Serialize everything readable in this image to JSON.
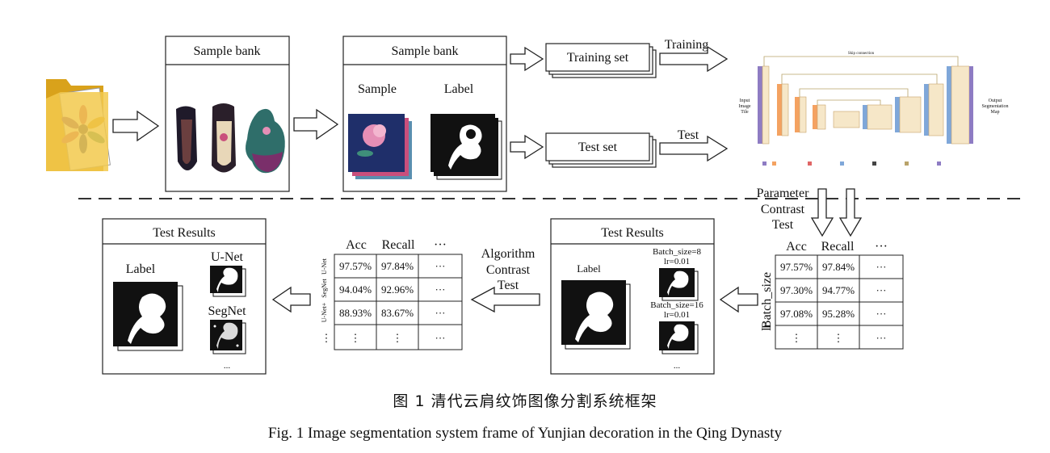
{
  "stage1": {
    "sample_bank_1": {
      "title": "Sample bank"
    },
    "sample_bank_2": {
      "title": "Sample bank",
      "sample_label": "Sample",
      "label_label": "Label"
    },
    "training_set": "Training set",
    "test_set": "Test set",
    "training_arrow": "Training",
    "test_arrow": "Test"
  },
  "unet": {
    "input_label": [
      "Input",
      "Image",
      "Tile"
    ],
    "output_label": [
      "Output",
      "Segmentation",
      "Map"
    ],
    "skip_label": "Skip connection"
  },
  "param_contrast": [
    "Parameter",
    "Contrast",
    "Test"
  ],
  "algo_contrast": [
    "Algorithm",
    "Contrast",
    "Test"
  ],
  "left_results": {
    "title": "Test Results",
    "label": "Label",
    "unet": "U-Net",
    "segnet": "SegNet",
    "dots": "..."
  },
  "right_results": {
    "title": "Test Results",
    "label": "Label",
    "config1": [
      "Batch_size=8",
      "lr=0.01"
    ],
    "config2": [
      "Batch_size=16",
      "lr=0.01"
    ],
    "dots": "..."
  },
  "left_table": {
    "headers": [
      "Acc",
      "Recall",
      "···"
    ],
    "row_labels": [
      "U-Net",
      "SegNet",
      "U-Net+",
      "⋮"
    ],
    "rows": [
      [
        "97.57%",
        "97.84%",
        "···"
      ],
      [
        "94.04%",
        "92.96%",
        "···"
      ],
      [
        "88.93%",
        "83.67%",
        "···"
      ],
      [
        "⋮",
        "⋮",
        "···"
      ]
    ]
  },
  "right_table": {
    "headers": [
      "Acc",
      "Recall",
      "···"
    ],
    "row_labels": [
      "Batch_size",
      "lr"
    ],
    "rows": [
      [
        "97.57%",
        "97.84%",
        "···"
      ],
      [
        "97.30%",
        "94.77%",
        "···"
      ],
      [
        "97.08%",
        "95.28%",
        "···"
      ],
      [
        "⋮",
        "⋮",
        "···"
      ]
    ]
  },
  "caption": {
    "zh": "图 1    清代云肩纹饰图像分割系统框架",
    "en": "Fig. 1    Image segmentation system frame of Yunjian decoration in the Qing Dynasty"
  },
  "colors": {
    "folder": "#f2c94c",
    "folder_dark": "#d9a21b",
    "embroidery_pink": "#e58fb6",
    "embroidery_blue": "#2a3f8f",
    "unet_orange": "#f4a261",
    "unet_blue": "#7fa7d9",
    "unet_purple": "#8e7cc3",
    "unet_cream": "#f6e7c8"
  }
}
